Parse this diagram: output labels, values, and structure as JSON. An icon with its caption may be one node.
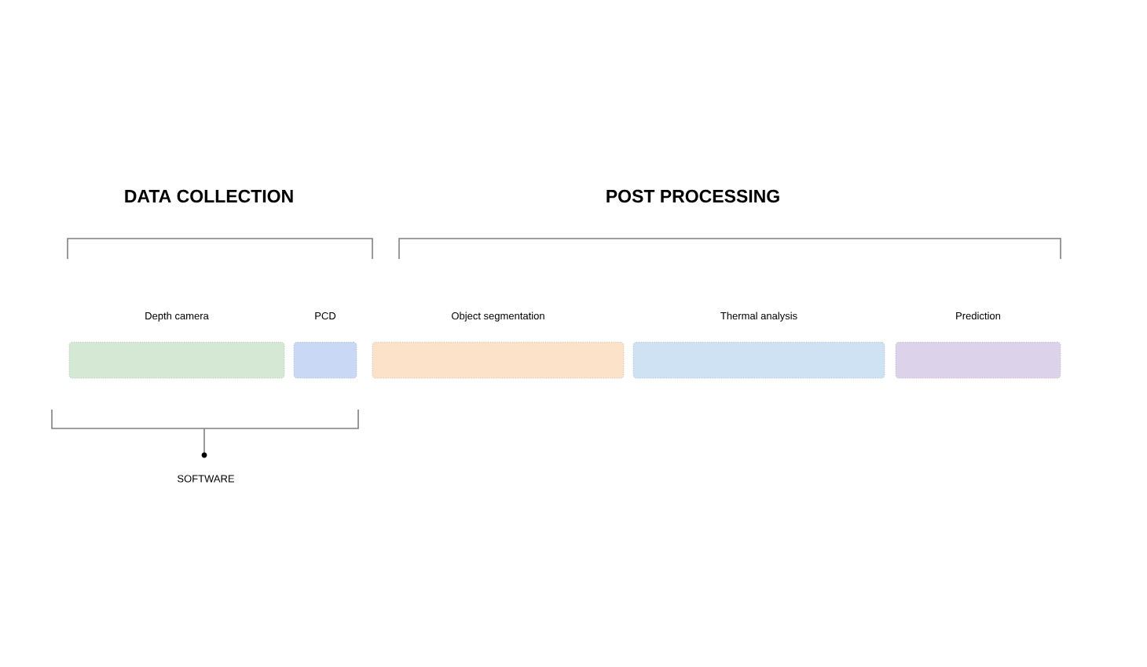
{
  "diagram": {
    "nodes": [
      {
        "text": [
          "Depth camera"
        ]
      },
      {
        "text": [
          "PCD"
        ]
      },
      {
        "text": [
          "Object segmentation"
        ]
      },
      {
        "text": [
          "Thermal analysis"
        ]
      },
      {
        "text": [
          "Prediction"
        ]
      }
    ],
    "labels": [
      "DATA COLLECTION",
      "POST PROCESSING",
      "SOFTWARE"
    ]
  }
}
